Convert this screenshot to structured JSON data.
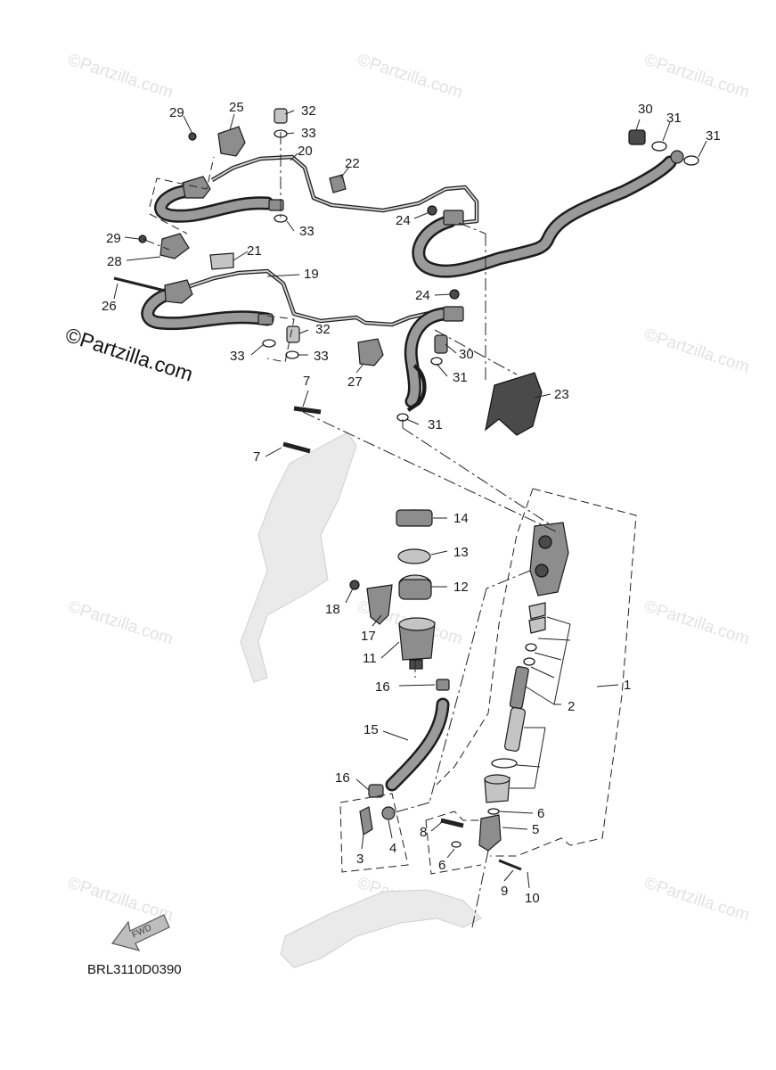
{
  "watermark": "©Partzilla.com",
  "diagram_code": "BRL3110D0390",
  "fwd_label": "FWD",
  "callouts": [
    "29",
    "25",
    "32",
    "33",
    "20",
    "22",
    "33",
    "24",
    "30",
    "31",
    "31",
    "29",
    "21",
    "28",
    "19",
    "26",
    "24",
    "32",
    "30",
    "33",
    "33",
    "27",
    "31",
    "23",
    "31",
    "7",
    "7",
    "14",
    "13",
    "12",
    "18",
    "17",
    "11",
    "16",
    "15",
    "2",
    "1",
    "16",
    "3",
    "4",
    "8",
    "6",
    "5",
    "6",
    "9",
    "10"
  ]
}
